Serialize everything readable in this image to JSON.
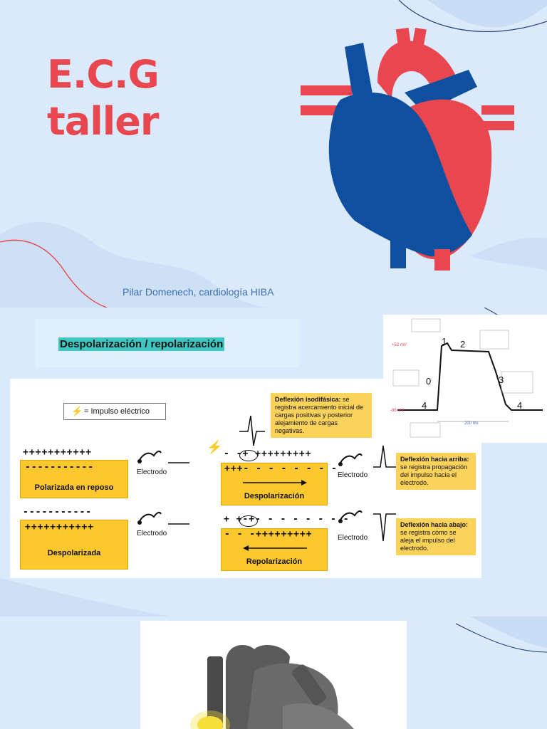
{
  "slide1": {
    "title_line1": "E.C.G",
    "title_line2": "taller",
    "author": "Pilar Domenech, cardiología HIBA",
    "colors": {
      "red": "#e8474f",
      "blue": "#0f4fa0",
      "background": "#dbeafa"
    }
  },
  "slide2": {
    "heading": "Despolarización / repolarización",
    "legend_label": "= Impulso eléctrico",
    "electrode_label": "Electrodo",
    "bars": {
      "resting": "Polarizada  en reposo",
      "depolarized": "Despolarizada",
      "depolarization": "Despolarización",
      "repolarization": "Repolarización"
    },
    "charges": {
      "plus_row": "+++++++++++",
      "minus_row": "-----------",
      "dep_top": "- -+ +++++++++",
      "dep_bottom": "+++- - - - - - - -",
      "rep_top": "+ +-+- - - - - - - -",
      "rep_bottom": "- - -+++++++++"
    },
    "notes": {
      "isodiphasic_bold": "Deflexión isodifásica:",
      "isodiphasic_text": "se registra acercamiento inicial de cargas positivas y posterior alejamiento de cargas negativas.",
      "up_bold": "Deflexión hacia arriba:",
      "up_text": "se registra propagación del impulso hacia el electrodo.",
      "down_bold": "Deflexión hacia abajo:",
      "down_text": "se registra cómo se aleja el impulso del electrodo."
    },
    "action_potential": {
      "phases": [
        "0",
        "1",
        "2",
        "3",
        "4",
        "4"
      ],
      "voltage_top": "+52 mV",
      "voltage_bottom": "-86 mV",
      "time": "200 ms"
    }
  },
  "slide3": {}
}
